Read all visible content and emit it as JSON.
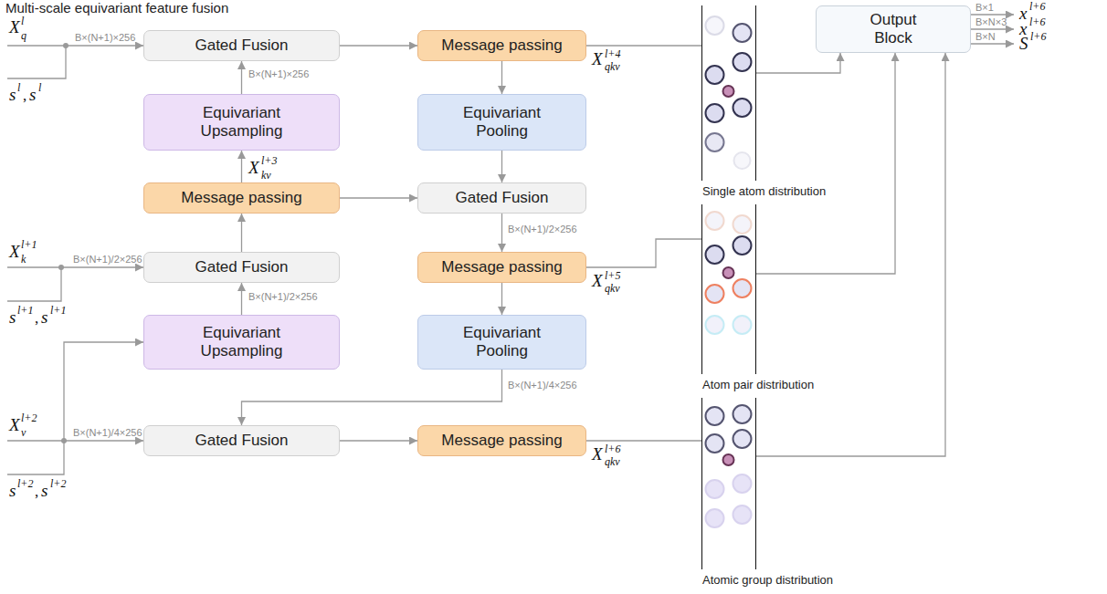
{
  "diagram": {
    "title": "Multi-scale equivariant feature fusion",
    "nodes": [
      {
        "text": [
          "Gated Fusion"
        ]
      },
      {
        "text": [
          "Equivariant Upsampling"
        ]
      },
      {
        "text": [
          "Message passing"
        ]
      },
      {
        "text": [
          "Gated Fusion"
        ]
      },
      {
        "text": [
          "Equivariant Upsampling"
        ]
      },
      {
        "text": [
          "Gated Fusion"
        ]
      },
      {
        "text": [
          "Message passing"
        ]
      },
      {
        "text": [
          "Equivariant Pooling"
        ]
      },
      {
        "text": [
          "Gated Fusion"
        ]
      },
      {
        "text": [
          "Message passing"
        ]
      },
      {
        "text": [
          "Equivariant Pooling"
        ]
      },
      {
        "text": [
          "Message passing"
        ]
      },
      {
        "text": [
          "Output Block"
        ]
      },
      {
        "text": [
          "Single atom distribution"
        ]
      },
      {
        "text": [
          "Atom pair distribution"
        ]
      },
      {
        "text": [
          "Atomic group distribution"
        ]
      }
    ],
    "edges": [
      {
        "from": 4,
        "to": 3,
        "arrow": "to"
      },
      {
        "from": 3,
        "to": 2,
        "arrow": "to"
      },
      {
        "from": 2,
        "to": 1,
        "arrow": "to"
      },
      {
        "from": 1,
        "to": 0,
        "arrow": "to"
      },
      {
        "from": 0,
        "to": 6,
        "arrow": "to"
      },
      {
        "from": 6,
        "to": 7,
        "arrow": "to"
      },
      {
        "from": 7,
        "to": 8,
        "arrow": "to"
      },
      {
        "from": 2,
        "to": 8,
        "arrow": "to"
      },
      {
        "from": 8,
        "to": 9,
        "arrow": "to"
      },
      {
        "from": 9,
        "to": 10,
        "arrow": "to"
      },
      {
        "from": 10,
        "to": 5,
        "arrow": "to"
      },
      {
        "from": 5,
        "to": 11,
        "arrow": "to"
      },
      {
        "from": 6,
        "to": 13,
        "arrow": "none"
      },
      {
        "from": 9,
        "to": 14,
        "arrow": "none"
      },
      {
        "from": 11,
        "to": 15,
        "arrow": "none"
      },
      {
        "from": 13,
        "to": 12,
        "arrow": "to"
      },
      {
        "from": 14,
        "to": 12,
        "arrow": "to"
      },
      {
        "from": 15,
        "to": 12,
        "arrow": "to"
      }
    ],
    "labels": [
      "B×(N+1)×256",
      "X",
      "q",
      "l",
      "s",
      "l",
      ",",
      "s⃗",
      "l",
      "B×(N+1)/2×256",
      "X",
      "k",
      "l+1",
      "s",
      "l+1",
      ",",
      "s⃗",
      "l+1",
      "B×(N+1)/4×256",
      "X",
      "v",
      "l+2",
      "s",
      "l+2",
      ",",
      "s⃗",
      "l+2",
      "B×(N+1)×256",
      "X",
      "kv",
      "l+3",
      "B×(N+1)/2×256",
      "X",
      "qkv",
      "l+4",
      "B×(N+1)/2×256",
      "X",
      "qkv",
      "l+5",
      "B×(N+1)/4×256",
      "X",
      "qkv",
      "l+6",
      "B×1",
      "x",
      "l+6",
      "B×N×3",
      "x⃗",
      "l+6",
      "B×N",
      "S",
      "l+6"
    ]
  }
}
